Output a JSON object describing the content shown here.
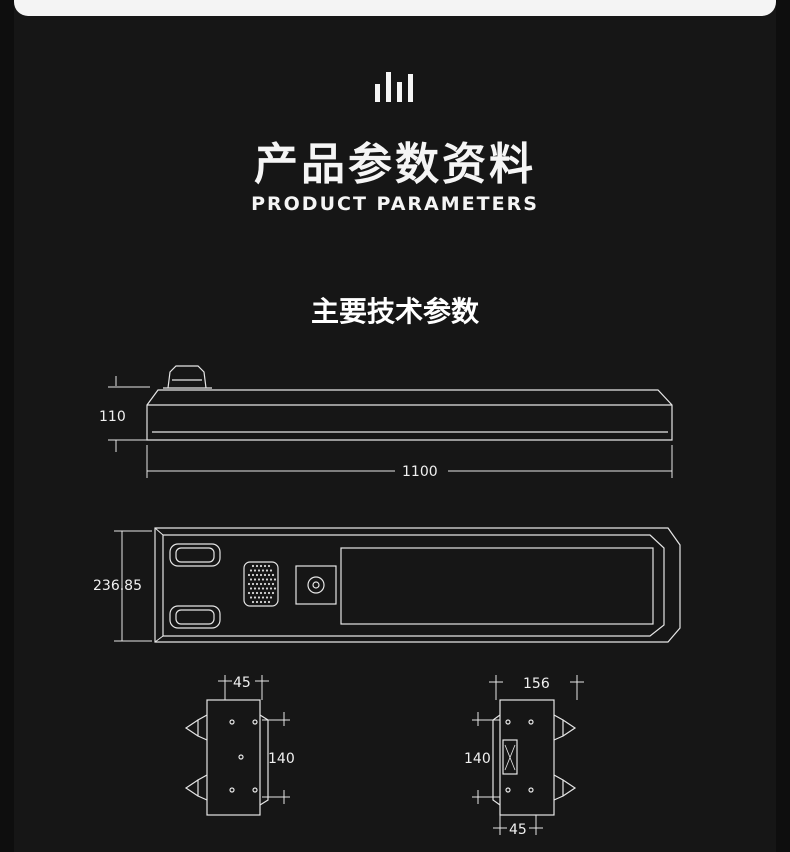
{
  "header": {
    "title_cn": "产品参数资料",
    "title_en": "PRODUCT PARAMETERS",
    "logo_icon": "bar-chart-icon"
  },
  "section": {
    "title": "主要技术参数"
  },
  "dimensions": {
    "height": "110",
    "length": "1100",
    "width": "236.85",
    "left_view_width": "45",
    "left_view_spacing": "140",
    "right_view_width": "156",
    "right_view_spacing": "140",
    "right_view_bottom": "45"
  },
  "colors": {
    "background": "#161616",
    "line": "#e8e8e8",
    "text": "#f2f2f2"
  }
}
